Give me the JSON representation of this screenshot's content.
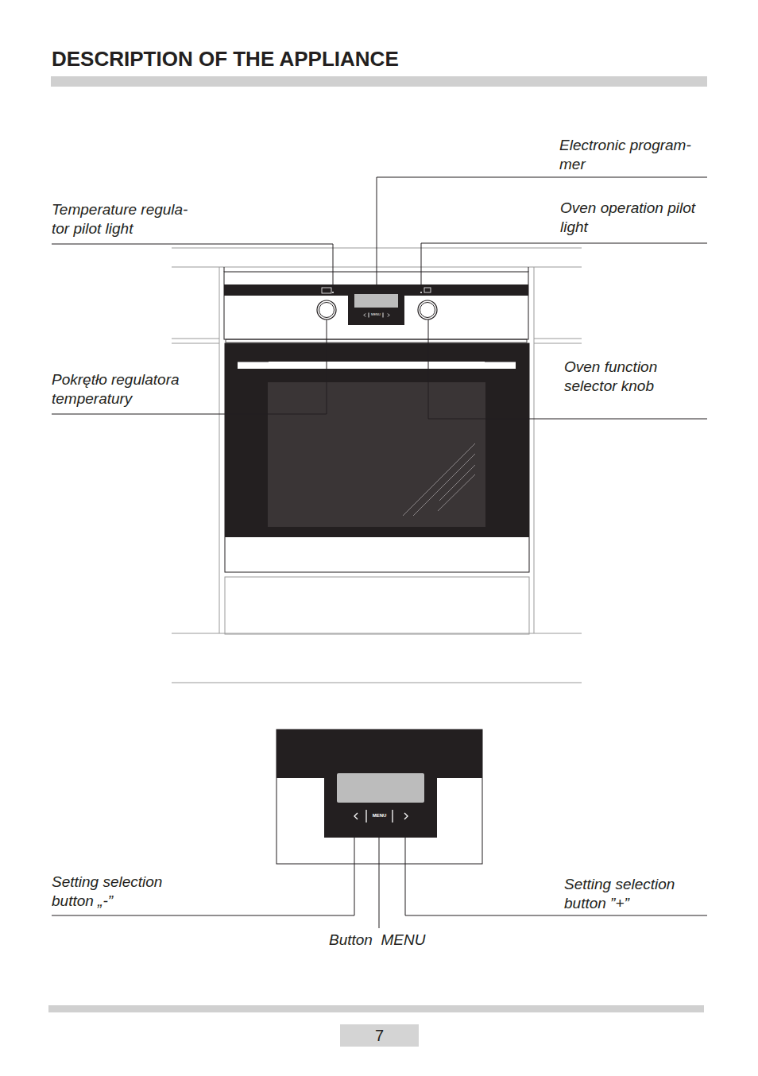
{
  "diagram": {
    "title": "DESCRIPTION OF THE APPLIANCE",
    "nodes": [
      {
        "text": [
          "7"
        ]
      }
    ],
    "labels": [
      "Electronic program- mer",
      "Temperature regula- tor pilot light",
      "Oven operation pilot light",
      "Pokrętło regulatora temperatury",
      "Oven function selector knob",
      "MENU",
      "MENU",
      "Setting selection button „-”",
      "Setting selection button ”+”",
      "Button  MENU"
    ]
  }
}
